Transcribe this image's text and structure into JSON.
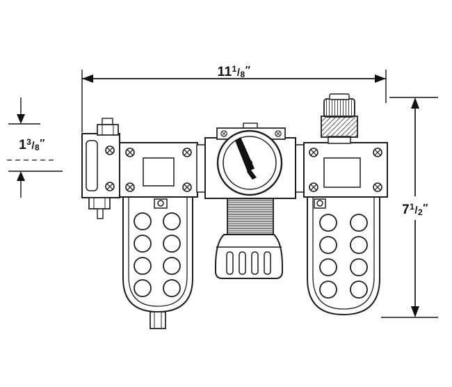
{
  "diagram": {
    "fraction_separator": "/",
    "dimensions": {
      "width": {
        "whole": "11",
        "numerator": "1",
        "denominator": "8",
        "unit": "″"
      },
      "port_height": {
        "whole": "1",
        "numerator": "3",
        "denominator": "8",
        "unit": "″"
      },
      "overall_height": {
        "whole": "7",
        "numerator": "1",
        "denominator": "2",
        "unit": "″"
      }
    },
    "line_color": "#1c1c1c"
  }
}
